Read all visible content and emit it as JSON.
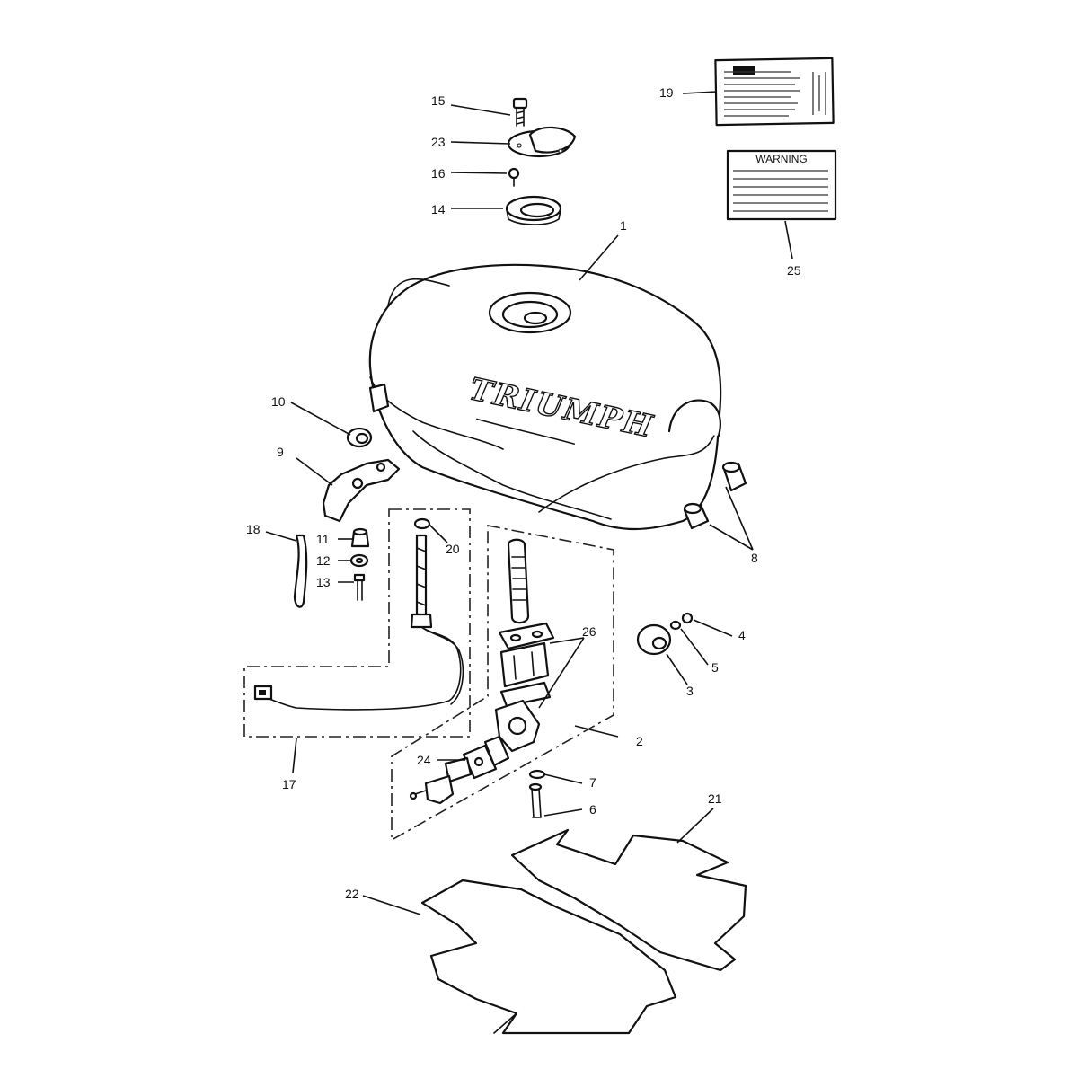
{
  "diagram": {
    "brand_text": "TRIUMPH",
    "warning_label": {
      "heading": "WARNING"
    },
    "callouts": {
      "c1": "1",
      "c2": "2",
      "c3": "3",
      "c4": "4",
      "c5": "5",
      "c6": "6",
      "c7": "7",
      "c8": "8",
      "c9": "9",
      "c10": "10",
      "c11": "11",
      "c12": "12",
      "c13": "13",
      "c14": "14",
      "c15": "15",
      "c16": "16",
      "c17": "17",
      "c18": "18",
      "c19": "19",
      "c20": "20",
      "c21": "21",
      "c22": "22",
      "c23": "23",
      "c24": "24",
      "c25": "25",
      "c26": "26"
    }
  }
}
